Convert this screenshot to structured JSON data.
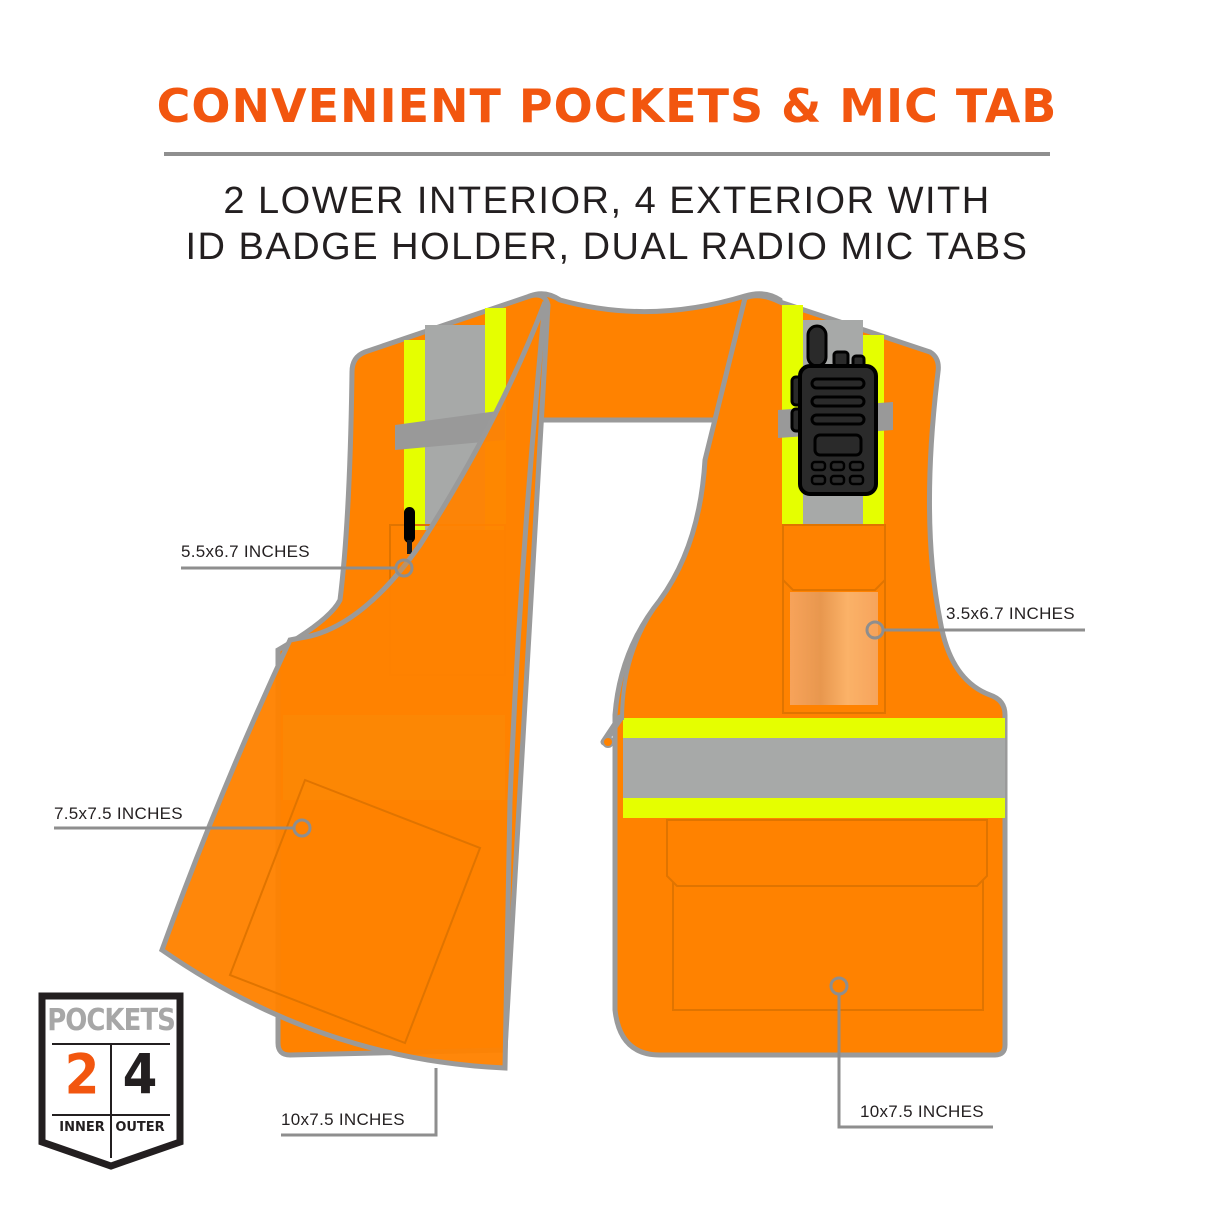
{
  "header": {
    "title": "CONVENIENT POCKETS & MIC TAB",
    "subtitle_lines": [
      "2 LOWER INTERIOR, 4 EXTERIOR WITH",
      "ID BADGE HOLDER, DUAL RADIO MIC TABS"
    ]
  },
  "callouts": [
    {
      "id": "upper-left-pocket",
      "label": "5.5x6.7 INCHES"
    },
    {
      "id": "id-badge-pocket",
      "label": "3.5x6.7 INCHES"
    },
    {
      "id": "interior-left-pocket",
      "label": "7.5x7.5 INCHES"
    },
    {
      "id": "lower-left-pocket",
      "label": "10x7.5 INCHES"
    },
    {
      "id": "lower-right-pocket",
      "label": "10x7.5 INCHES"
    }
  ],
  "badge": {
    "heading": "POCKETS",
    "inner_count": "2",
    "inner_label": "INNER",
    "outer_count": "4",
    "outer_label": "OUTER"
  },
  "icons": {
    "radio": "two-way-radio-icon",
    "mic_tab": "mic-tab-icon",
    "zipper": "zipper-pull-icon"
  },
  "colors": {
    "title": "#f2560f",
    "vest_orange": "#ff8200",
    "hi_vis_yellow": "#e5ff00",
    "reflective_silver": "#a7a9a8",
    "outline_gray": "#9a9a9a",
    "text_dark": "#231f20"
  }
}
